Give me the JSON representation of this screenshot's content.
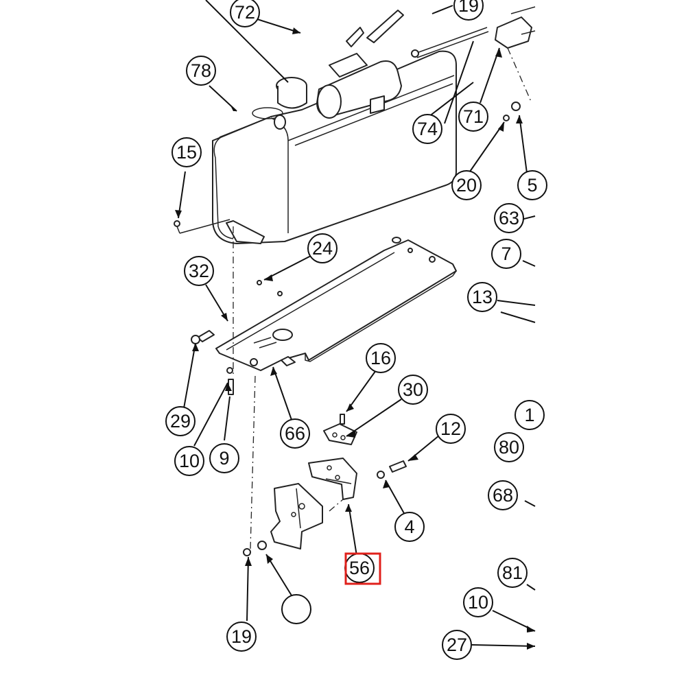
{
  "callouts": [
    {
      "id": "c72",
      "label": "72"
    },
    {
      "id": "c19top",
      "label": "19"
    },
    {
      "id": "c78",
      "label": "78"
    },
    {
      "id": "c74",
      "label": "74"
    },
    {
      "id": "c71",
      "label": "71"
    },
    {
      "id": "c15",
      "label": "15"
    },
    {
      "id": "c20",
      "label": "20"
    },
    {
      "id": "c5",
      "label": "5"
    },
    {
      "id": "c63",
      "label": "63"
    },
    {
      "id": "c24",
      "label": "24"
    },
    {
      "id": "c7",
      "label": "7"
    },
    {
      "id": "c32",
      "label": "32"
    },
    {
      "id": "c13",
      "label": "13"
    },
    {
      "id": "c16",
      "label": "16"
    },
    {
      "id": "c30",
      "label": "30"
    },
    {
      "id": "c29",
      "label": "29"
    },
    {
      "id": "c66",
      "label": "66"
    },
    {
      "id": "c12",
      "label": "12"
    },
    {
      "id": "c1x",
      "label": "1"
    },
    {
      "id": "c80",
      "label": "80"
    },
    {
      "id": "c10a",
      "label": "10"
    },
    {
      "id": "c9",
      "label": "9"
    },
    {
      "id": "c68",
      "label": "68"
    },
    {
      "id": "c4",
      "label": "4"
    },
    {
      "id": "c56",
      "label": "56"
    },
    {
      "id": "c81",
      "label": "81"
    },
    {
      "id": "c10b",
      "label": "10"
    },
    {
      "id": "cblank",
      "label": ""
    },
    {
      "id": "c19bot",
      "label": "19"
    },
    {
      "id": "c27",
      "label": "27"
    }
  ],
  "highlight": {
    "label": "56",
    "color": "#e0201b"
  }
}
